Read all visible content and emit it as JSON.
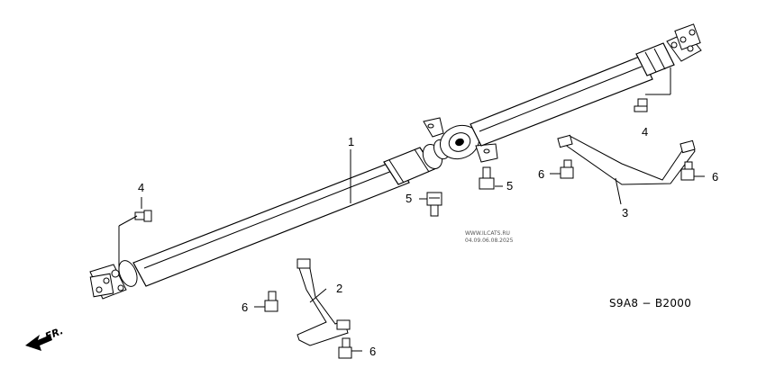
{
  "callouts": {
    "shaft": "1",
    "stay_lower": "2",
    "stay_upper": "3",
    "bolt_rear": "4",
    "bolt_front": "4",
    "bolt_bearing_left": "5",
    "bolt_bearing_right": "5",
    "bolt_upper_left": "6",
    "bolt_upper_right": "6",
    "bolt_lower_left": "6",
    "bolt_lower_right": "6"
  },
  "watermark": {
    "site": "WWW.ILCATS.RU",
    "date": "04.09.06.08.2025"
  },
  "diagram_code": "S9A8 − B2000",
  "direction_label": "FR."
}
